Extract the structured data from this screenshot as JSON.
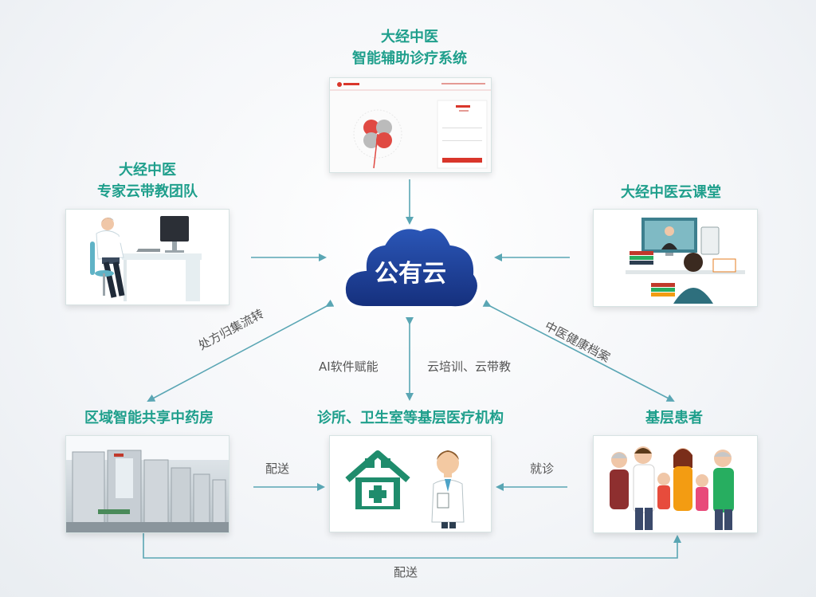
{
  "nodes": {
    "ai_system": {
      "line1": "大经中医",
      "line2": "智能辅助诊疗系统"
    },
    "expert_team": {
      "line1": "大经中医",
      "line2": "专家云带教团队"
    },
    "cloud_class": {
      "title": "大经中医云课堂"
    },
    "public_cloud": {
      "label": "公有云"
    },
    "pharmacy": {
      "title": "区域智能共享中药房"
    },
    "clinics": {
      "title": "诊所、卫生室等基层医疗机构"
    },
    "patients": {
      "title": "基层患者"
    }
  },
  "edges": {
    "prescription": "处方归集流转",
    "health_record": "中医健康档案",
    "ai_empower": "AI软件赋能",
    "cloud_training": "云培训、云带教",
    "delivery_1": "配送",
    "visit": "就诊",
    "delivery_2": "配送"
  },
  "colors": {
    "accent": "#1f9f8c",
    "cloud": "#1f3f9a",
    "arrow": "#5aa6b4",
    "brand_red": "#d9362b"
  }
}
